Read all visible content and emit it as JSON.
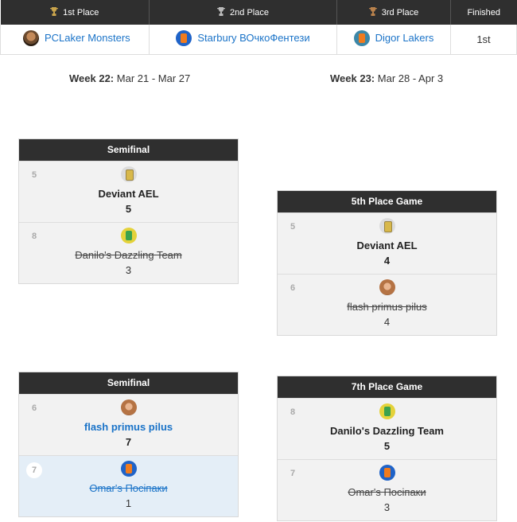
{
  "standings": {
    "headers": [
      "1st Place",
      "2nd Place",
      "3rd Place",
      "Finished"
    ],
    "row": {
      "first": "PCLaker Monsters",
      "second": "Starbury ВОчкоФентези",
      "third": "Digor Lakers",
      "finished": "1st"
    }
  },
  "weeks": [
    {
      "label": "Week 22:",
      "dates": "Mar 21 - Mar 27"
    },
    {
      "label": "Week 23:",
      "dates": "Mar 28 - Apr 3"
    }
  ],
  "matches": [
    {
      "title": "Semifinal",
      "slots": [
        {
          "seed": "5",
          "team": "Deviant AEL",
          "score": "5",
          "winner": true
        },
        {
          "seed": "8",
          "team": "Danilo's Dazzling Team",
          "score": "3",
          "winner": false
        }
      ]
    },
    {
      "title": "5th Place Game",
      "slots": [
        {
          "seed": "5",
          "team": "Deviant AEL",
          "score": "4",
          "winner": true
        },
        {
          "seed": "6",
          "team": "flash primus pilus",
          "score": "4",
          "winner": false
        }
      ]
    },
    {
      "title": "Semifinal",
      "slots": [
        {
          "seed": "6",
          "team": "flash primus pilus",
          "score": "7",
          "winner": true
        },
        {
          "seed": "7",
          "team": "Omar's Посіпаки",
          "score": "1",
          "winner": false
        }
      ]
    },
    {
      "title": "7th Place Game",
      "slots": [
        {
          "seed": "8",
          "team": "Danilo's Dazzling Team",
          "score": "5",
          "winner": true
        },
        {
          "seed": "7",
          "team": "Omar's Посіпаки",
          "score": "3",
          "winner": false
        }
      ]
    }
  ],
  "colors": {
    "header_bg": "#2f2f2f",
    "link": "#1a73c8",
    "highlight_row": "#e4eef7"
  }
}
